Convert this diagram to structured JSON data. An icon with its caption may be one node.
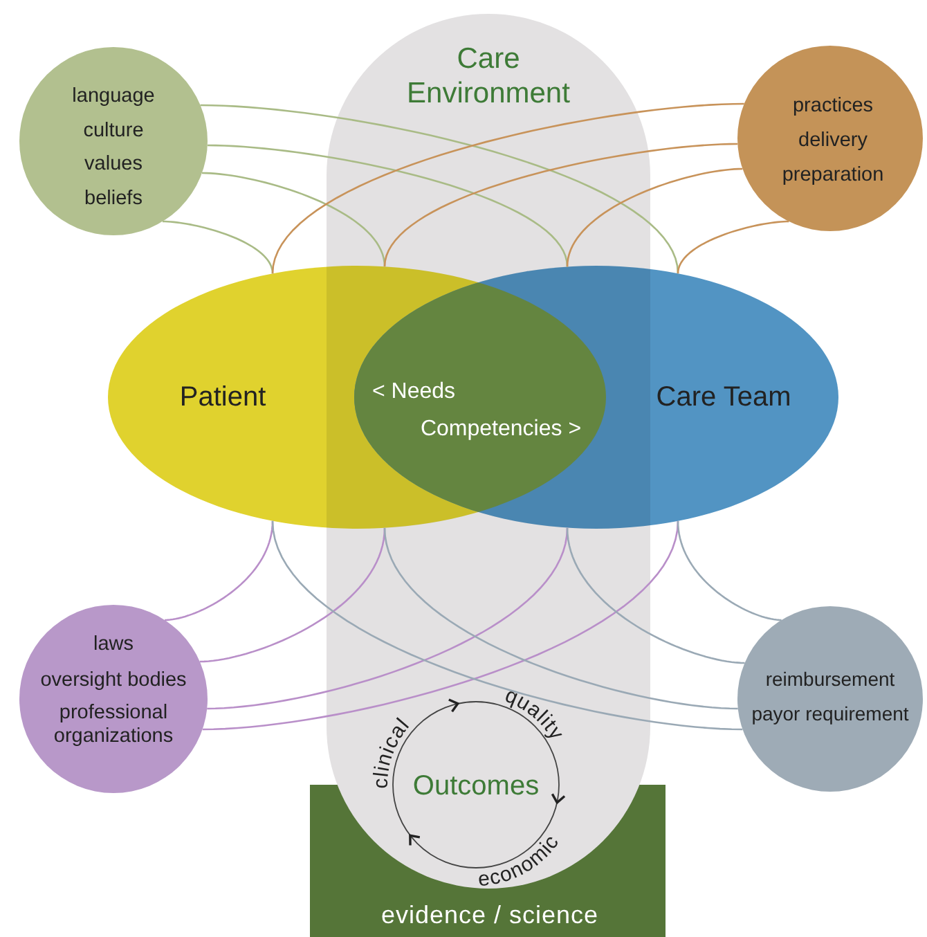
{
  "diagram": {
    "nodes": [
      {
        "text": [
          "Care Environment"
        ]
      },
      {
        "text": [
          "language",
          "culture",
          "values",
          "beliefs"
        ]
      },
      {
        "text": [
          "practices",
          "delivery",
          "preparation"
        ]
      },
      {
        "text": [
          "Patient"
        ]
      },
      {
        "text": [
          "< Needs",
          "Competencies >"
        ]
      },
      {
        "text": [
          "Care Team"
        ]
      },
      {
        "text": [
          "laws",
          "oversight bodies",
          "professional organizations"
        ]
      },
      {
        "text": [
          "reimbursement",
          "payor requirement"
        ]
      },
      {
        "text": [
          "Outcomes"
        ],
        "beside": [
          "quality",
          "economic",
          "clinical"
        ],
        "in": 0
      },
      {
        "text": [
          "evidence / science"
        ]
      }
    ],
    "edges": [
      {
        "from": 1,
        "to": 5,
        "arrow": "none",
        "color": "#a9bb86"
      },
      {
        "from": 1,
        "to": 5,
        "arrow": "none",
        "color": "#a9bb86"
      },
      {
        "from": 1,
        "to": 3,
        "arrow": "none",
        "color": "#a9bb86"
      },
      {
        "from": 1,
        "to": 3,
        "arrow": "none",
        "color": "#a9bb86"
      },
      {
        "from": 2,
        "to": 3,
        "arrow": "none",
        "color": "#c8935a"
      },
      {
        "from": 2,
        "to": 3,
        "arrow": "none",
        "color": "#c8935a"
      },
      {
        "from": 2,
        "to": 5,
        "arrow": "none",
        "color": "#c8935a"
      },
      {
        "from": 2,
        "to": 5,
        "arrow": "none",
        "color": "#c8935a"
      },
      {
        "from": 6,
        "to": 3,
        "arrow": "none",
        "color": "#b98fc9"
      },
      {
        "from": 6,
        "to": 3,
        "arrow": "none",
        "color": "#b98fc9"
      },
      {
        "from": 6,
        "to": 5,
        "arrow": "none",
        "color": "#b98fc9"
      },
      {
        "from": 6,
        "to": 5,
        "arrow": "none",
        "color": "#b98fc9"
      },
      {
        "from": 7,
        "to": 5,
        "arrow": "none",
        "color": "#9aa9b5"
      },
      {
        "from": 7,
        "to": 5,
        "arrow": "none",
        "color": "#9aa9b5"
      },
      {
        "from": 7,
        "to": 3,
        "arrow": "none",
        "color": "#9aa9b5"
      },
      {
        "from": 7,
        "to": 3,
        "arrow": "none",
        "color": "#9aa9b5"
      }
    ]
  }
}
